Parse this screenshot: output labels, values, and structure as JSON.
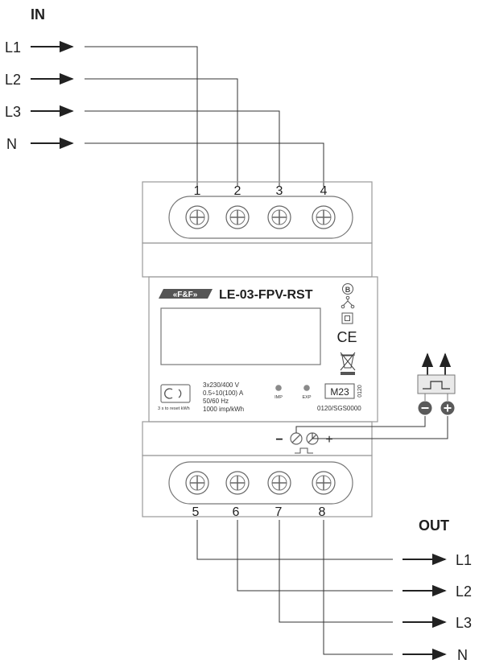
{
  "headings": {
    "in": "IN",
    "out": "OUT"
  },
  "inputs": [
    {
      "label": "L1"
    },
    {
      "label": "L2"
    },
    {
      "label": "L3"
    },
    {
      "label": "N"
    }
  ],
  "outputs": [
    {
      "label": "L1"
    },
    {
      "label": "L2"
    },
    {
      "label": "L3"
    },
    {
      "label": "N"
    }
  ],
  "terminals": {
    "top": [
      "1",
      "2",
      "3",
      "4"
    ],
    "bottom": [
      "5",
      "6",
      "7",
      "8"
    ]
  },
  "meter": {
    "brand": "«F&F»",
    "model": "LE-03-FPV-RST",
    "reset_caption": "3 s to reset kWh",
    "specs": [
      "3x230/400 V",
      "0.5÷10(100) A",
      "50/60 Hz",
      "1000 imp/kWh"
    ],
    "led_imp": "IMP",
    "led_exp": "EXP",
    "class_mark": "M23",
    "year_code": "0120",
    "cert": "0120/SGS0000",
    "accuracy_class": "B",
    "ce_mark": "CE"
  },
  "pulse_output": {
    "minus": "−",
    "plus": "+"
  },
  "colors": {
    "line": "#222222",
    "body_stroke": "#9a9a9a",
    "terminal_fill": "#ffffff",
    "badge": "#5a5a5a"
  }
}
